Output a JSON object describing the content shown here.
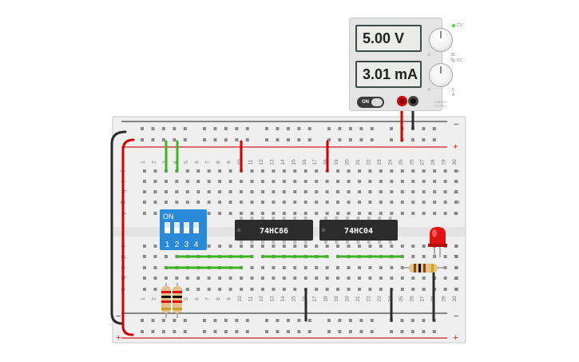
{
  "power_supply": {
    "voltage_display": "5.00 V",
    "current_display": "3.01 mA",
    "switch_label": "ON",
    "voltage_knob_min": "0",
    "voltage_knob_max": "30 V",
    "current_knob_min": "0",
    "current_knob_max": "5 A",
    "cv_label": "CV",
    "cc_label": "CC",
    "brand_text": "ENERGY SUPPLY"
  },
  "breadboard": {
    "columns": [
      "1",
      "2",
      "3",
      "4",
      "5",
      "6",
      "7",
      "8",
      "9",
      "10",
      "11",
      "12",
      "13",
      "14",
      "15",
      "16",
      "17",
      "18",
      "19",
      "20",
      "21",
      "22",
      "23",
      "24",
      "25",
      "26",
      "27",
      "28",
      "29",
      "30"
    ],
    "rows_top": [
      "j",
      "i",
      "h",
      "g",
      "f"
    ],
    "rows_bottom": [
      "e",
      "d",
      "c",
      "b",
      "a"
    ],
    "rail_minus": "−",
    "rail_plus": "+"
  },
  "dip_switch": {
    "on_label": "ON",
    "positions": [
      "1",
      "2",
      "3",
      "4"
    ]
  },
  "chips": [
    {
      "label": "74HC86"
    },
    {
      "label": "74HC04"
    }
  ],
  "colors": {
    "breadboard": "#efefef",
    "rail_red": "#d31f1f",
    "rail_dark": "#444444",
    "wire_red": "#d30000",
    "wire_green": "#3cb521",
    "wire_black": "#2a2a2a",
    "dip_blue": "#2a8ad7",
    "chip_body": "#2c2c2c",
    "led_red": "#e11212"
  }
}
